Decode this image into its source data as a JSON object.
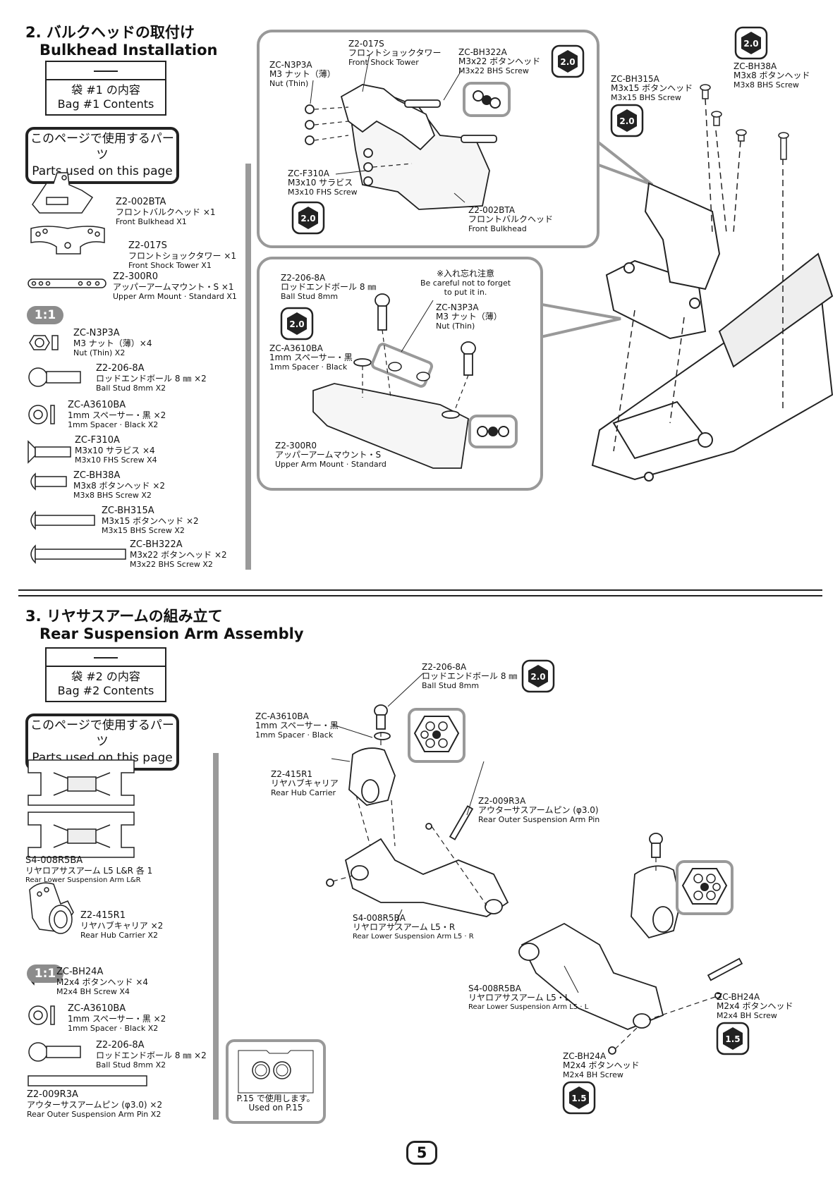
{
  "section2": {
    "title_jp": "2. バルクヘッドの取付け",
    "title_en": "Bulkhead Installation",
    "bag_jp": "袋 #1 の内容",
    "bag_en": "Bag #1 Contents",
    "used_jp": "このページで使用するパーツ",
    "used_en": "Parts used on this page",
    "ratio": "1:1",
    "parts": [
      {
        "code": "Z2-002BTA",
        "jp": "フロントバルクヘッド ×1",
        "en": "Front Bulkhead X1"
      },
      {
        "code": "Z2-017S",
        "jp": "フロントショックタワー ×1",
        "en": "Front Shock Tower X1"
      },
      {
        "code": "Z2-300R0",
        "jp": "アッパーアームマウント・S ×1",
        "en": "Upper Arm Mount · Standard X1"
      },
      {
        "code": "ZC-N3P3A",
        "jp": "M3 ナット（薄）×4",
        "en": "Nut (Thin) X2"
      },
      {
        "code": "Z2-206-8A",
        "jp": "ロッドエンドボール 8 ㎜ ×2",
        "en": "Ball Stud 8mm X2"
      },
      {
        "code": "ZC-A3610BA",
        "jp": "1mm スペーサー・黒 ×2",
        "en": "1mm Spacer · Black X2"
      },
      {
        "code": "ZC-F310A",
        "jp": "M3x10 サラビス ×4",
        "en": "M3x10 FHS Screw X4"
      },
      {
        "code": "ZC-BH38A",
        "jp": "M3x8 ボタンヘッド ×2",
        "en": "M3x8 BHS Screw X2"
      },
      {
        "code": "ZC-BH315A",
        "jp": "M3x15 ボタンヘッド ×2",
        "en": "M3x15 BHS Screw X2"
      },
      {
        "code": "ZC-BH322A",
        "jp": "M3x22 ボタンヘッド ×2",
        "en": "M3x22 BHS Screw X2"
      }
    ],
    "callout1": {
      "tower_code": "Z2-017S",
      "tower_jp": "フロントショックタワー",
      "tower_en": "Front Shock Tower",
      "nut_code": "ZC-N3P3A",
      "nut_jp": "M3 ナット（薄）",
      "nut_en": "Nut (Thin)",
      "bh322_code": "ZC-BH322A",
      "bh322_jp": "M3x22 ボタンヘッド",
      "bh322_en": "M3x22 BHS Screw",
      "f310_code": "ZC-F310A",
      "f310_jp": "M3x10 サラビス",
      "f310_en": "M3x10 FHS Screw",
      "bulk_code": "Z2-002BTA",
      "bulk_jp": "フロントバルクヘッド",
      "bulk_en": "Front Bulkhead",
      "hex1": "2.0",
      "hex2": "2.0"
    },
    "callout2": {
      "ball_code": "Z2-206-8A",
      "ball_jp": "ロッドエンドボール 8 ㎜",
      "ball_en": "Ball Stud 8mm",
      "note_jp": "※入れ忘れ注意",
      "note_en1": "Be careful not to forget",
      "note_en2": "to put it in.",
      "nut_code": "ZC-N3P3A",
      "nut_jp": "M3 ナット（薄）",
      "nut_en": "Nut (Thin)",
      "spacer_code": "ZC-A3610BA",
      "spacer_jp": "1mm スペーサー・黒",
      "spacer_en": "1mm Spacer · Black",
      "mount_code": "Z2-300R0",
      "mount_jp": "アッパーアームマウント・S",
      "mount_en": "Upper Arm Mount · Standard",
      "hex": "2.0"
    },
    "right": {
      "bh315_code": "ZC-BH315A",
      "bh315_jp": "M3x15 ボタンヘッド",
      "bh315_en": "M3x15 BHS Screw",
      "bh38_code": "ZC-BH38A",
      "bh38_jp": "M3x8 ボタンヘッド",
      "bh38_en": "M3x8 BHS Screw",
      "hex1": "2.0",
      "hex2": "2.0"
    }
  },
  "section3": {
    "title_jp": "3. リヤサスアームの組み立て",
    "title_en": "Rear Suspension Arm Assembly",
    "bag_jp": "袋 #2 の内容",
    "bag_en": "Bag #2 Contents",
    "used_jp": "このページで使用するパーツ",
    "used_en": "Parts used on this page",
    "ratio": "1:1",
    "parts": [
      {
        "code": "S4-008R5BA",
        "jp": "リヤロアサスアーム L5 L&R 各 1",
        "en": "Rear Lower Suspension Arm L&R"
      },
      {
        "code": "Z2-415R1",
        "jp": "リヤハブキャリア ×2",
        "en": "Rear Hub Carrier X2"
      },
      {
        "code": "ZC-BH24A",
        "jp": "M2x4 ボタンヘッド ×4",
        "en": "M2x4 BH Screw X4"
      },
      {
        "code": "ZC-A3610BA",
        "jp": "1mm スペーサー・黒 ×2",
        "en": "1mm Spacer · Black X2"
      },
      {
        "code": "Z2-206-8A",
        "jp": "ロッドエンドボール 8 ㎜ ×2",
        "en": "Ball Stud 8mm X2"
      },
      {
        "code": "Z2-009R3A",
        "jp": "アウターサスアームピン (φ3.0) ×2",
        "en": "Rear Outer Suspension Arm Pin X2"
      }
    ],
    "used_p15_jp": "P.15 で使用します。",
    "used_p15_en": "Used on P.15",
    "diagram": {
      "ball_code": "Z2-206-8A",
      "ball_jp": "ロッドエンドボール 8 ㎜",
      "ball_en": "Ball Stud 8mm",
      "ball_hex": "2.0",
      "spacer_code": "ZC-A3610BA",
      "spacer_jp": "1mm スペーサー・黒",
      "spacer_en": "1mm Spacer · Black",
      "hub_code": "Z2-415R1",
      "hub_jp": "リヤハブキャリア",
      "hub_en": "Rear Hub Carrier",
      "pin_code": "Z2-009R3A",
      "pin_jp": "アウターサスアームピン (φ3.0)",
      "pin_en": "Rear Outer Suspension Arm Pin",
      "armR_code": "S4-008R5BA",
      "armR_jp": "リヤロアサスアーム L5・R",
      "armR_en": "Rear Lower Suspension Arm L5 · R",
      "armL_code": "S4-008R5BA",
      "armL_jp": "リヤロアサスアーム L5・L",
      "armL_en": "Rear Lower Suspension Arm L5 · L",
      "bh24a_code": "ZC-BH24A",
      "bh24a_jp": "M2x4 ボタンヘッド",
      "bh24a_en": "M2x4 BH Screw",
      "hex_a": "1.5",
      "bh24b_code": "ZC-BH24A",
      "bh24b_jp": "M2x4 ボタンヘッド",
      "bh24b_en": "M2x4 BH Screw",
      "hex_b": "1.5"
    }
  },
  "page_number": "5"
}
